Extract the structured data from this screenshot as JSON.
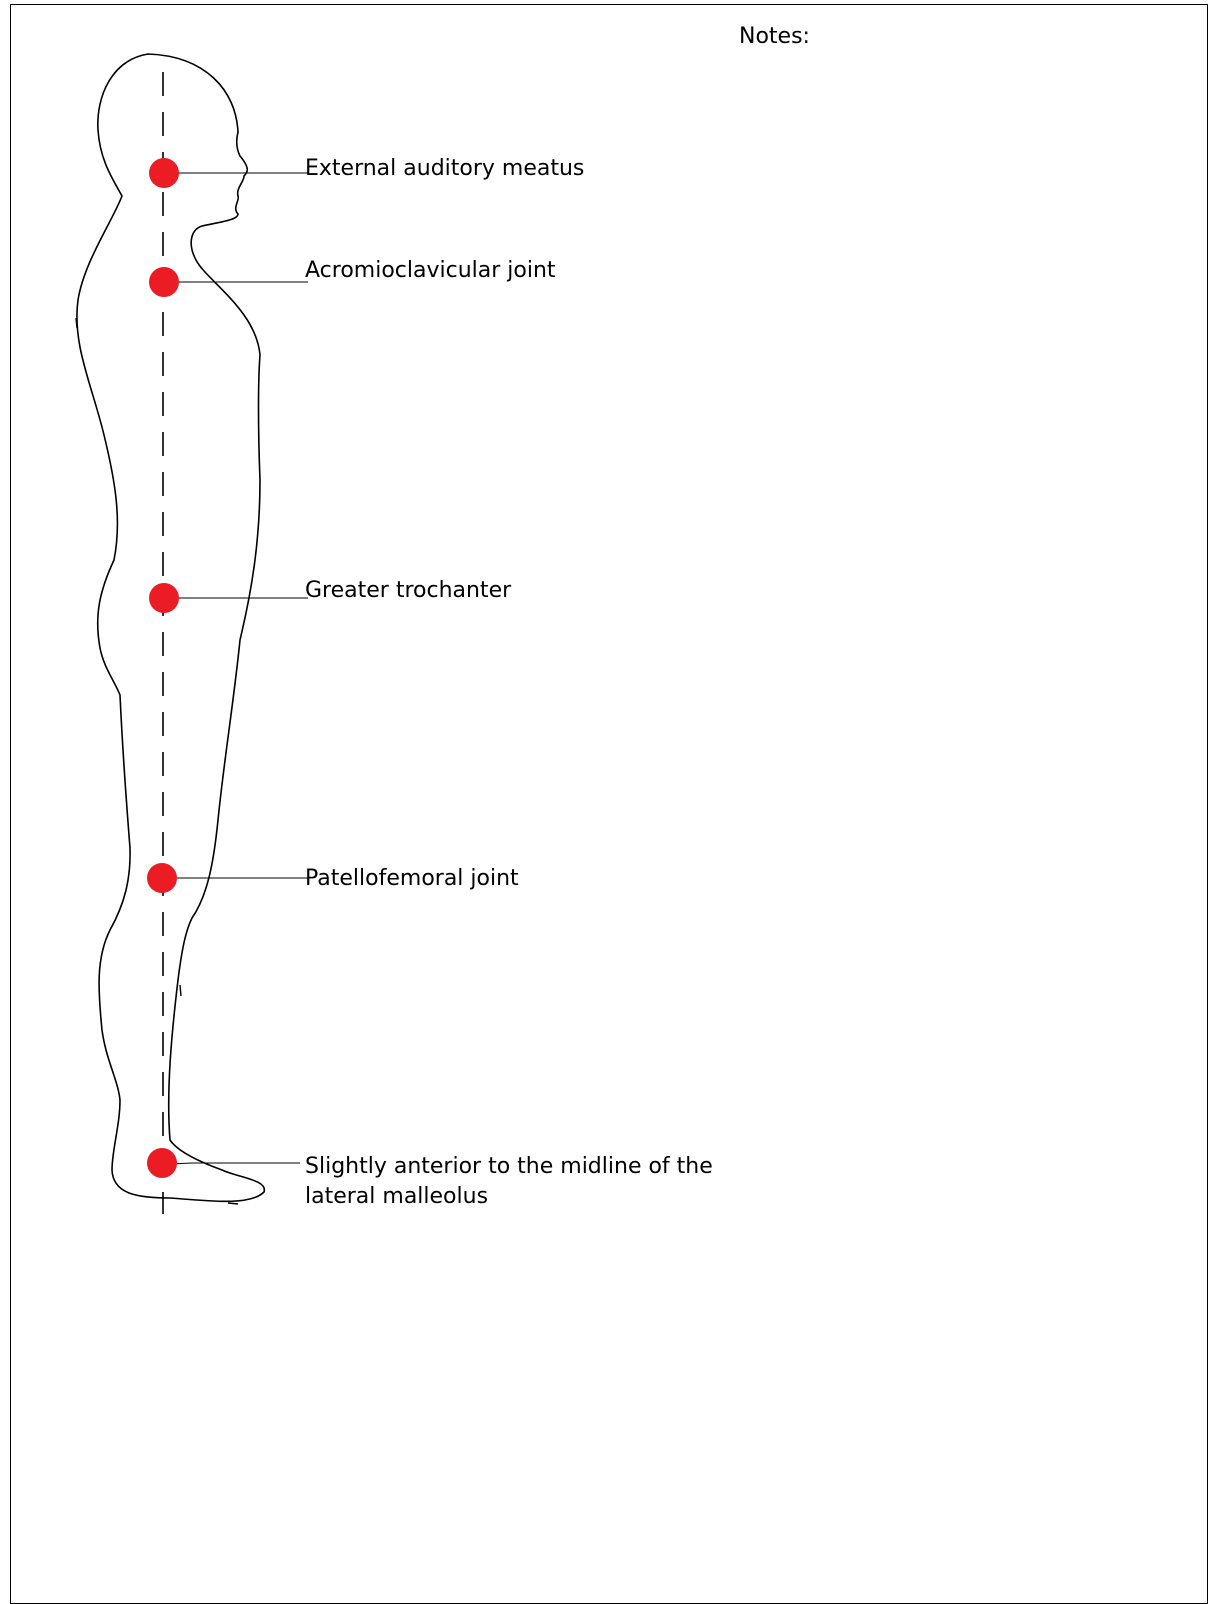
{
  "notes_label": "Notes:",
  "colors": {
    "landmark_dot": "#ec1c24",
    "outline": "#000000"
  },
  "landmarks": [
    {
      "label": "External auditory meatus"
    },
    {
      "label": "Acromioclavicular joint"
    },
    {
      "label": "Greater trochanter"
    },
    {
      "label": "Patellofemoral joint"
    },
    {
      "label": "Slightly anterior to the midline of the",
      "label_line2": "lateral malleolus"
    }
  ]
}
